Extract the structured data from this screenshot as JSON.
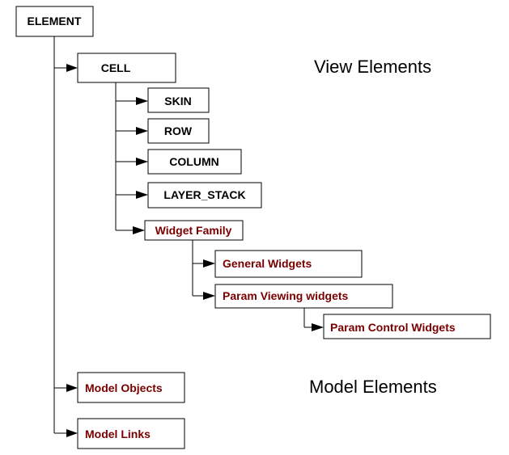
{
  "headings": {
    "view": "View Elements",
    "model": "Model Elements"
  },
  "nodes": {
    "element": "ELEMENT",
    "cell": "CELL",
    "skin": "SKIN",
    "row": "ROW",
    "column": "COLUMN",
    "layer_stack": "LAYER_STACK",
    "widget_family": "Widget Family",
    "general_widgets": "General Widgets",
    "param_viewing_widgets": "Param Viewing widgets",
    "param_control_widgets": "Param Control Widgets",
    "model_objects": "Model Objects",
    "model_links": "Model Links"
  },
  "colors": {
    "black_label": "#000000",
    "widget_label": "#7a0000",
    "border": "#000000",
    "background": "#ffffff"
  }
}
